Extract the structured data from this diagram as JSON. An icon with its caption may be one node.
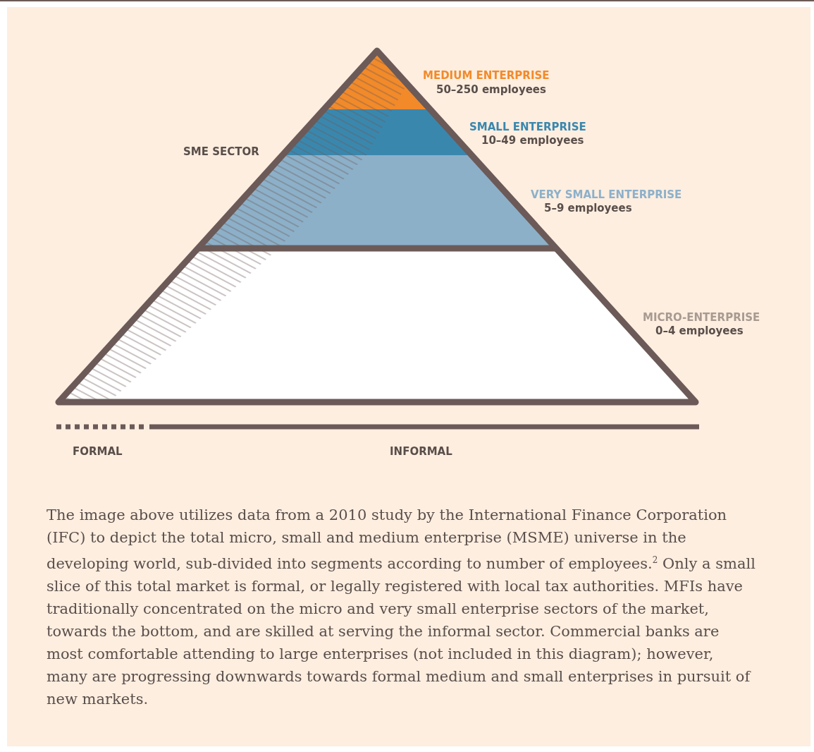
{
  "diagram": {
    "caption": "The image above utilizes data from a 2010 study by the International Finance Corporation (IFC) to depict the total micro, small and medium enterprise (MSME) universe in the developing world, sub-divided into segments according to number of employees.$^{2}$ Only a small slice of this total market is formal, or legally registered with local tax authorities. MFIs have traditionally concentrated on the micro and very small enterprise sectors of the market, towards the bottom, and are skilled at serving the informal sector. Commercial banks are most comfortable attending to large enterprises (not included in this diagram); however, many are progressing downwards towards formal medium and small enterprises in pursuit of new markets.",
    "labels": [
      "MEDIUM ENTERPRISE",
      "50–250 employees",
      "SMALL ENTERPRISE",
      "10–49 employees",
      "SME SECTOR",
      "VERY SMALL ENTERPRISE",
      "5–9 employees",
      "MICRO-ENTERPRISE",
      "0–4 employees",
      "FORMAL",
      "INFORMAL"
    ]
  }
}
